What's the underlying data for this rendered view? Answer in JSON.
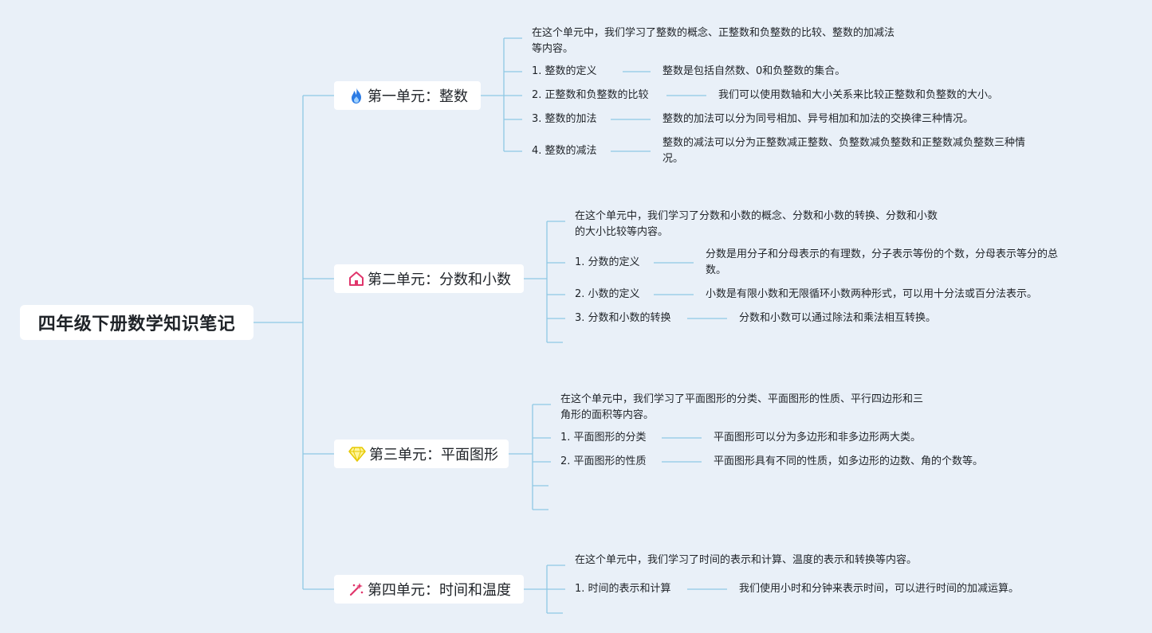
{
  "root": {
    "title": "四年级下册数学知识笔记"
  },
  "units": [
    {
      "title": "第一单元：整数",
      "icon": "fire-icon",
      "intro": [
        "在这个单元中，我们学习了整数的概念、正整数和负整数的比较、整数的加减法",
        "等内容。"
      ],
      "topics": [
        {
          "label": "1. 整数的定义",
          "desc": [
            "整数是包括自然数、0和负整数的集合。"
          ]
        },
        {
          "label": "2. 正整数和负整数的比较",
          "desc": [
            "我们可以使用数轴和大小关系来比较正整数和负整数的大小。"
          ]
        },
        {
          "label": "3. 整数的加法",
          "desc": [
            "整数的加法可以分为同号相加、异号相加和加法的交换律三种情况。"
          ]
        },
        {
          "label": "4. 整数的减法",
          "desc": [
            "整数的减法可以分为正整数减正整数、负整数减负整数和正整数减负整数三种情",
            "况。"
          ]
        }
      ]
    },
    {
      "title": "第二单元：分数和小数",
      "icon": "house-icon",
      "intro": [
        "在这个单元中，我们学习了分数和小数的概念、分数和小数的转换、分数和小数",
        "的大小比较等内容。"
      ],
      "topics": [
        {
          "label": "1. 分数的定义",
          "desc": [
            "分数是用分子和分母表示的有理数，分子表示等份的个数，分母表示等分的总",
            "数。"
          ]
        },
        {
          "label": "2. 小数的定义",
          "desc": [
            "小数是有限小数和无限循环小数两种形式，可以用十分法或百分法表示。"
          ]
        },
        {
          "label": "3. 分数和小数的转换",
          "desc": [
            "分数和小数可以通过除法和乘法相互转换。"
          ]
        }
      ]
    },
    {
      "title": "第三单元：平面图形",
      "icon": "diamond-icon",
      "intro": [
        "在这个单元中，我们学习了平面图形的分类、平面图形的性质、平行四边形和三",
        "角形的面积等内容。"
      ],
      "topics": [
        {
          "label": "1. 平面图形的分类",
          "desc": [
            "平面图形可以分为多边形和非多边形两大类。"
          ]
        },
        {
          "label": "2. 平面图形的性质",
          "desc": [
            "平面图形具有不同的性质，如多边形的边数、角的个数等。"
          ]
        }
      ]
    },
    {
      "title": "第四单元：时间和温度",
      "icon": "magic-wand-icon",
      "intro": [
        "在这个单元中，我们学习了时间的表示和计算、温度的表示和转换等内容。"
      ],
      "topics": [
        {
          "label": "1. 时间的表示和计算",
          "desc": [
            "我们使用小时和分钟来表示时间，可以进行时间的加减运算。"
          ]
        }
      ]
    }
  ]
}
